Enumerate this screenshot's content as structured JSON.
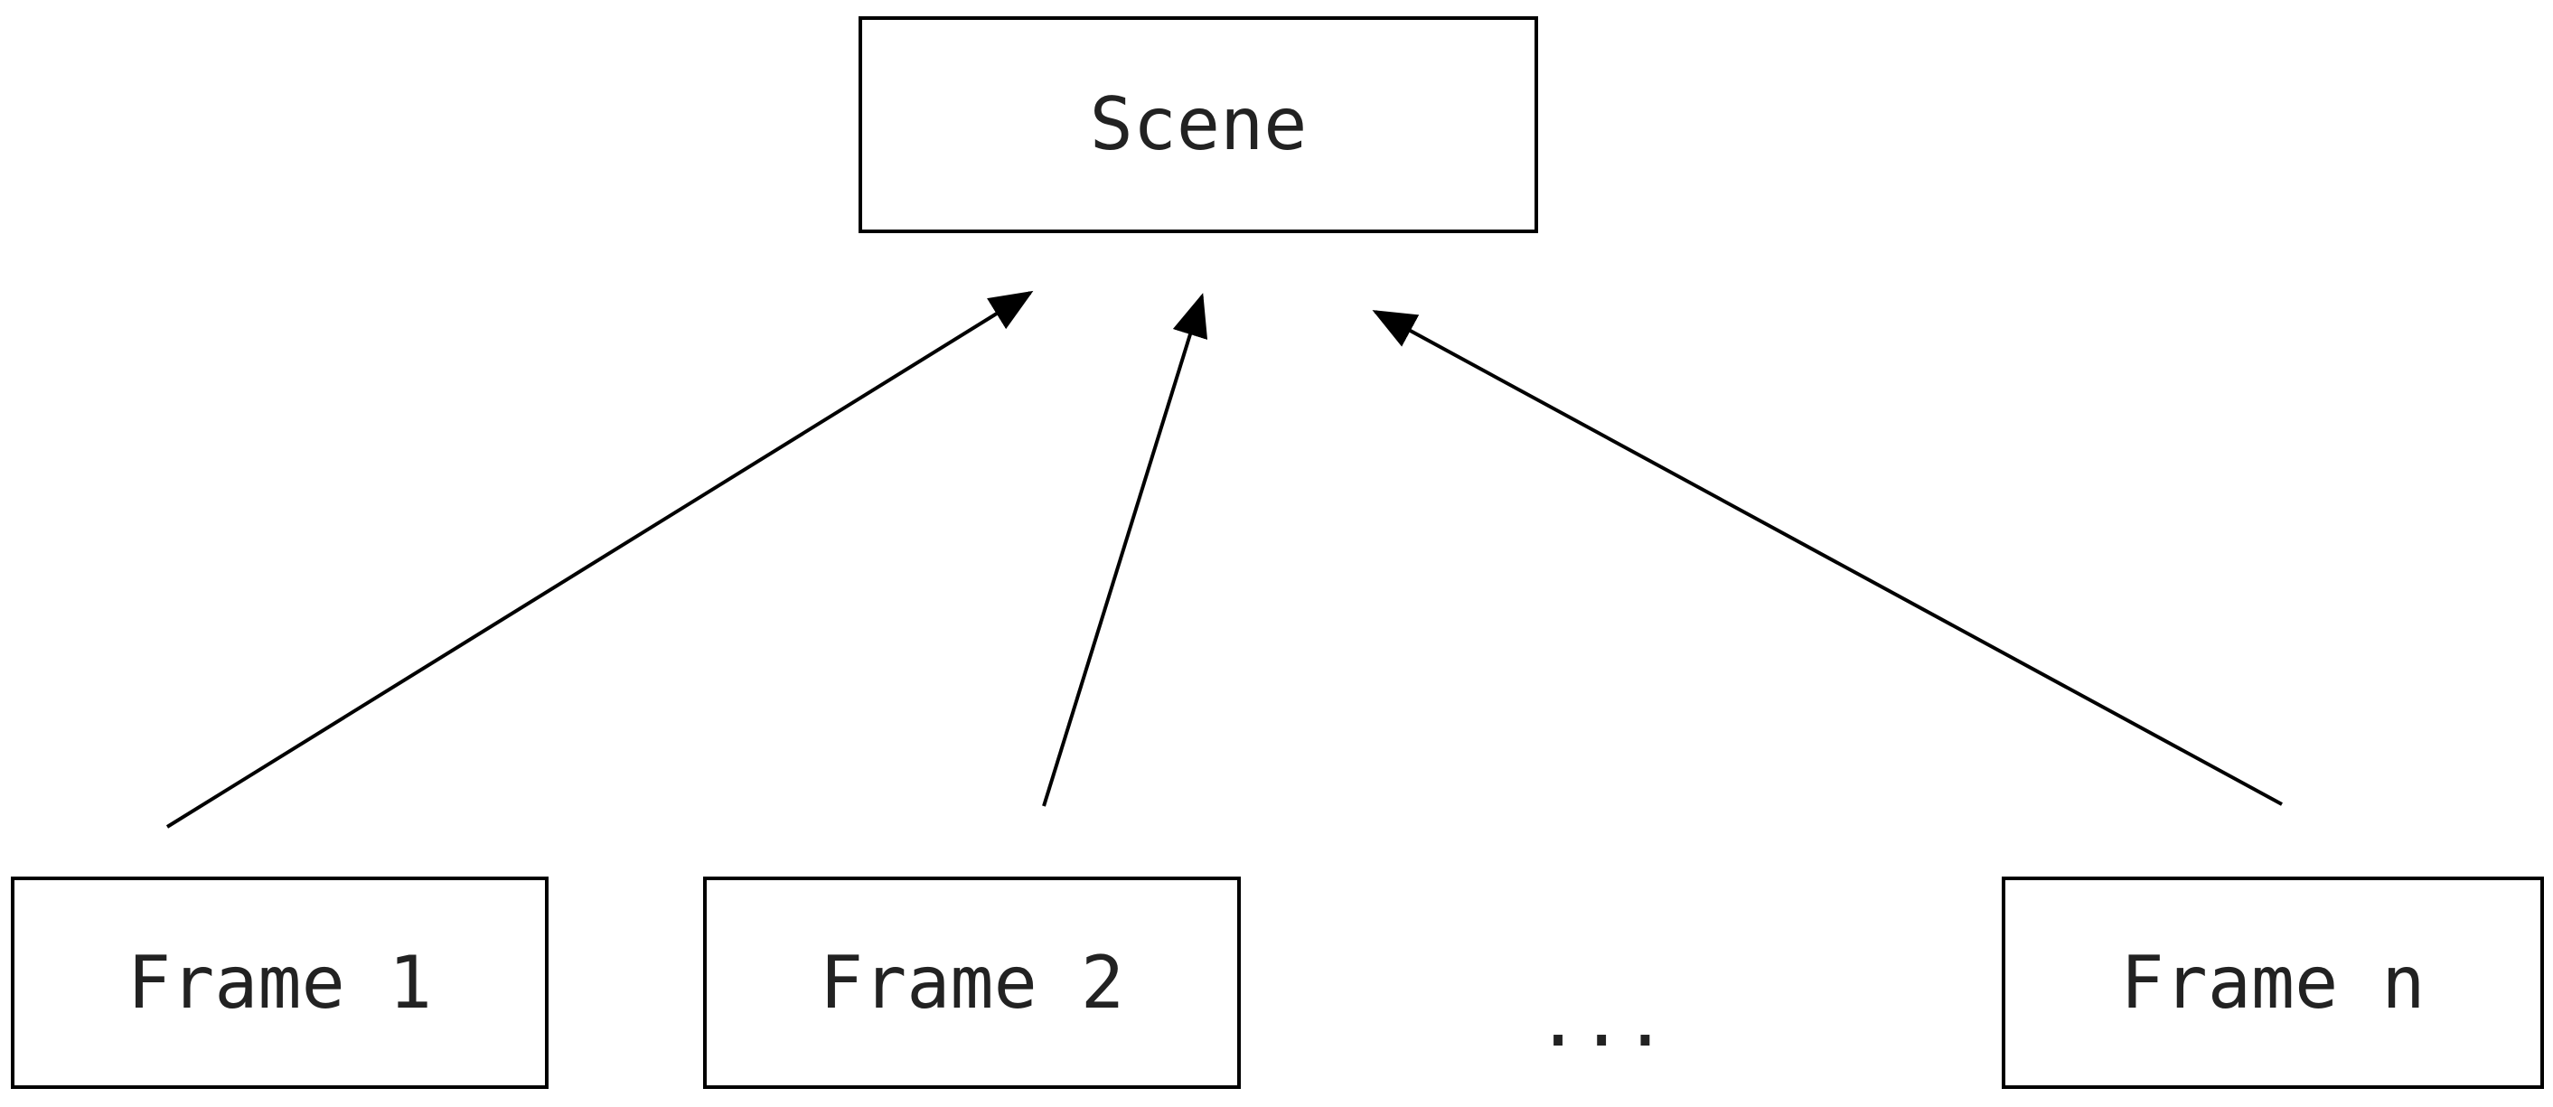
{
  "diagram": {
    "nodes": {
      "scene": {
        "label": "Scene"
      },
      "frame_1": {
        "label": "Frame 1"
      },
      "frame_2": {
        "label": "Frame 2"
      },
      "frame_n": {
        "label": "Frame n"
      }
    },
    "ellipsis": "...",
    "edges": [
      {
        "from": "Frame 1",
        "to": "Scene"
      },
      {
        "from": "Frame 2",
        "to": "Scene"
      },
      {
        "from": "Frame n",
        "to": "Scene"
      }
    ],
    "colors": {
      "stroke": "#000000",
      "text": "#222222",
      "background": "#ffffff"
    }
  }
}
